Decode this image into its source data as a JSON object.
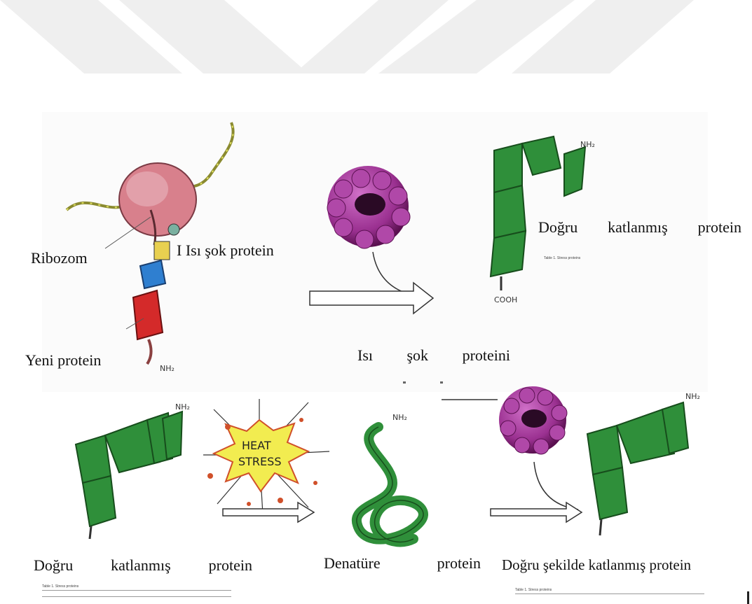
{
  "labels": {
    "ribozom": "Ribozom",
    "isi_sok_protein": "I Isı şok protein",
    "dogru_katlanmis_protein_top": [
      "Doğru",
      "katlanmış",
      "protein"
    ],
    "yeni_protein": "Yeni protein",
    "isi_sok_proteini": [
      "Isı",
      "şok",
      "proteini"
    ],
    "dogru_katlanmis_protein_bottom": [
      "Doğru",
      "katlanmış",
      "protein"
    ],
    "denature_protein": [
      "Denatüre",
      "protein"
    ],
    "dogru_sekilde_katlanmis_protein": "Doğru şekilde katlanmış protein"
  },
  "sketch_text": {
    "nh2_label": "NH₂",
    "cooh_label": "COOH",
    "heat": "HEAT",
    "stress": "STRESS"
  },
  "fragments": {
    "table_caption_1": "Table 1. Stress proteins",
    "table_caption_2": "Table 1. Stress proteins",
    "table_caption_3": "Table 1. Stress proteins"
  },
  "colors": {
    "watermark": "#efefef",
    "ribosome": "#d8808c",
    "mrna": "#8a8a30",
    "hsp": "#8e2a8a",
    "folded_protein": "#2f8f3a",
    "folded_protein_dark": "#174d1c",
    "blue_segment": "#2f7fd0",
    "red_segment": "#d42a2a",
    "yellow_segment": "#e8d050",
    "burst": "#f2ec50",
    "burst_splatter": "#d0502a"
  }
}
